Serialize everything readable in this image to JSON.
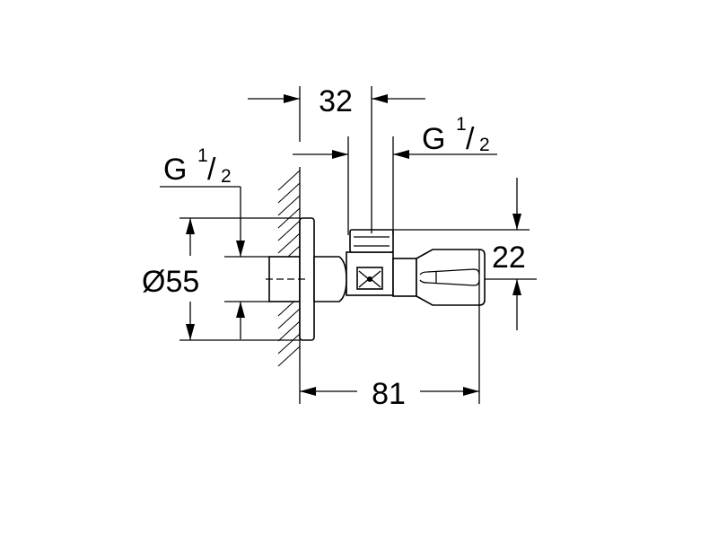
{
  "dimensions": {
    "top_width": "32",
    "overall_length": "81",
    "outlet_height": "22",
    "flange_diameter": "Ø55"
  },
  "thread_labels": {
    "left": {
      "main": "G",
      "numerator": "1",
      "slash": "/",
      "denominator": "2"
    },
    "top": {
      "main": "G",
      "numerator": "1",
      "slash": "/",
      "denominator": "2"
    }
  },
  "colors": {
    "line": "#000000",
    "background": "#ffffff"
  }
}
